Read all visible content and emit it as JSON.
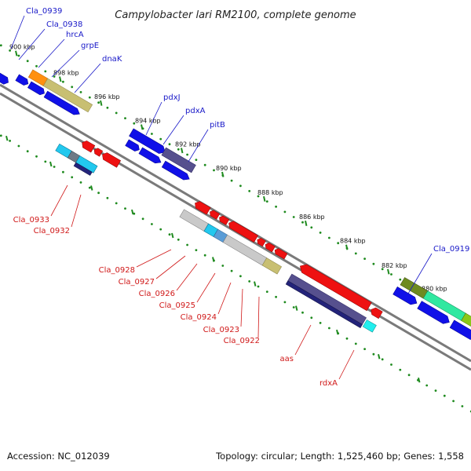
{
  "title": "Campylobacter lari RM2100, complete genome",
  "footer": {
    "accession": "Accession: NC_012039",
    "topology": "Topology: circular; Length: 1,525,460 bp; Genes: 1,558"
  },
  "colors": {
    "forward_label": "#1818c8",
    "reverse_label": "#d01818",
    "backbone": "#7a7a7a",
    "tick": "#1e8a1e",
    "forward_gene": "#0000ee",
    "reverse_gene": "#ee0000",
    "cds_blue": "#1a1aee",
    "cds_red": "#ee1111"
  },
  "ruler": {
    "ticks": [
      {
        "label": "900 kbp"
      },
      {
        "label": "898 kbp"
      },
      {
        "label": "896 kbp"
      },
      {
        "label": "894 kbp"
      },
      {
        "label": "892 kbp"
      },
      {
        "label": "890 kbp"
      },
      {
        "label": "888 kbp"
      },
      {
        "label": "886 kbp"
      },
      {
        "label": "884 kbp"
      },
      {
        "label": "882 kbp"
      },
      {
        "label": "880 kbp"
      }
    ]
  },
  "gene_labels": {
    "forward": [
      {
        "name": "Cla_0939"
      },
      {
        "name": "Cla_0938"
      },
      {
        "name": "hrcA"
      },
      {
        "name": "grpE"
      },
      {
        "name": "dnaK"
      },
      {
        "name": "pdxJ"
      },
      {
        "name": "pdxA"
      },
      {
        "name": "pitB"
      },
      {
        "name": "Cla_0919"
      }
    ],
    "reverse": [
      {
        "name": "Cla_0933"
      },
      {
        "name": "Cla_0932"
      },
      {
        "name": "Cla_0928"
      },
      {
        "name": "Cla_0927"
      },
      {
        "name": "Cla_0926"
      },
      {
        "name": "Cla_0925"
      },
      {
        "name": "Cla_0924"
      },
      {
        "name": "Cla_0923"
      },
      {
        "name": "Cla_0922"
      },
      {
        "name": "aas"
      },
      {
        "name": "rdxA"
      }
    ]
  }
}
